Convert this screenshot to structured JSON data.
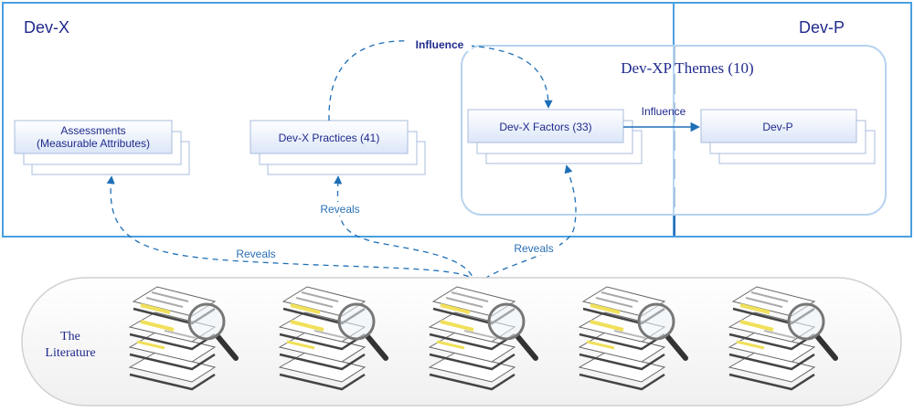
{
  "dev_x_region": {
    "label": "Dev-X"
  },
  "dev_p_region": {
    "label": "Dev-P"
  },
  "themes_group": {
    "label": "Dev-XP Themes (10)"
  },
  "boxes": {
    "assessments": {
      "line1": "Assessments",
      "line2": "(Measurable Attributes)"
    },
    "practices": {
      "label": "Dev-X Practices (41)"
    },
    "factors": {
      "label": "Dev-X Factors (33)"
    },
    "devp": {
      "label": "Dev-P"
    }
  },
  "arrows": {
    "influence_top": "Influence",
    "influence_right": "Influence",
    "reveals_practices": "Reveals",
    "reveals_assessments": "Reveals",
    "reveals_factors": "Reveals"
  },
  "literature": {
    "line1": "The",
    "line2": "Literature",
    "document_count": 5
  },
  "colors": {
    "region_border": "#4a9fe0",
    "title_text": "#1f2a8c",
    "box_fill": "#e8eefb",
    "box_border": "#a9bcdc",
    "arrow": "#1e6fb7",
    "group_border": "#b7d3ef"
  }
}
